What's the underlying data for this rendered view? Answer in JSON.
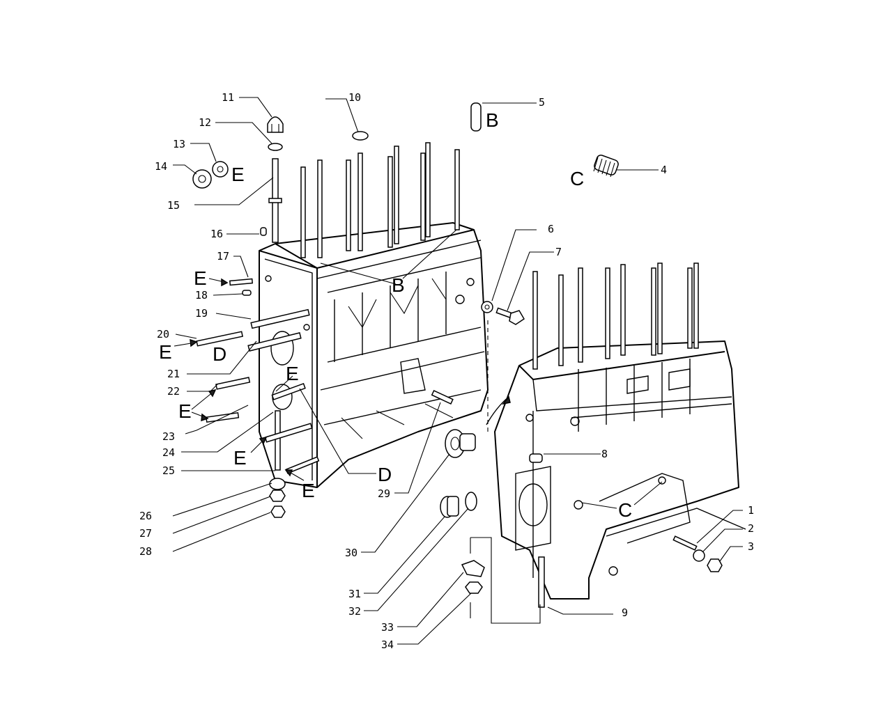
{
  "callouts": [
    "1",
    "2",
    "3",
    "4",
    "5",
    "6",
    "7",
    "8",
    "9",
    "10",
    "11",
    "12",
    "13",
    "14",
    "15",
    "16",
    "17",
    "18",
    "19",
    "20",
    "21",
    "22",
    "23",
    "24",
    "25",
    "26",
    "27",
    "28",
    "29",
    "30",
    "31",
    "32",
    "33",
    "34"
  ],
  "letters": {
    "b_5": "B",
    "b_main": "B",
    "c_4": "C",
    "c_main": "C",
    "e_13": "E",
    "e_17": "E",
    "e_20": "E",
    "e_22": "E",
    "e_mid": "E",
    "e_25": "E",
    "e_low": "E",
    "d_20": "D",
    "d_main": "D"
  }
}
